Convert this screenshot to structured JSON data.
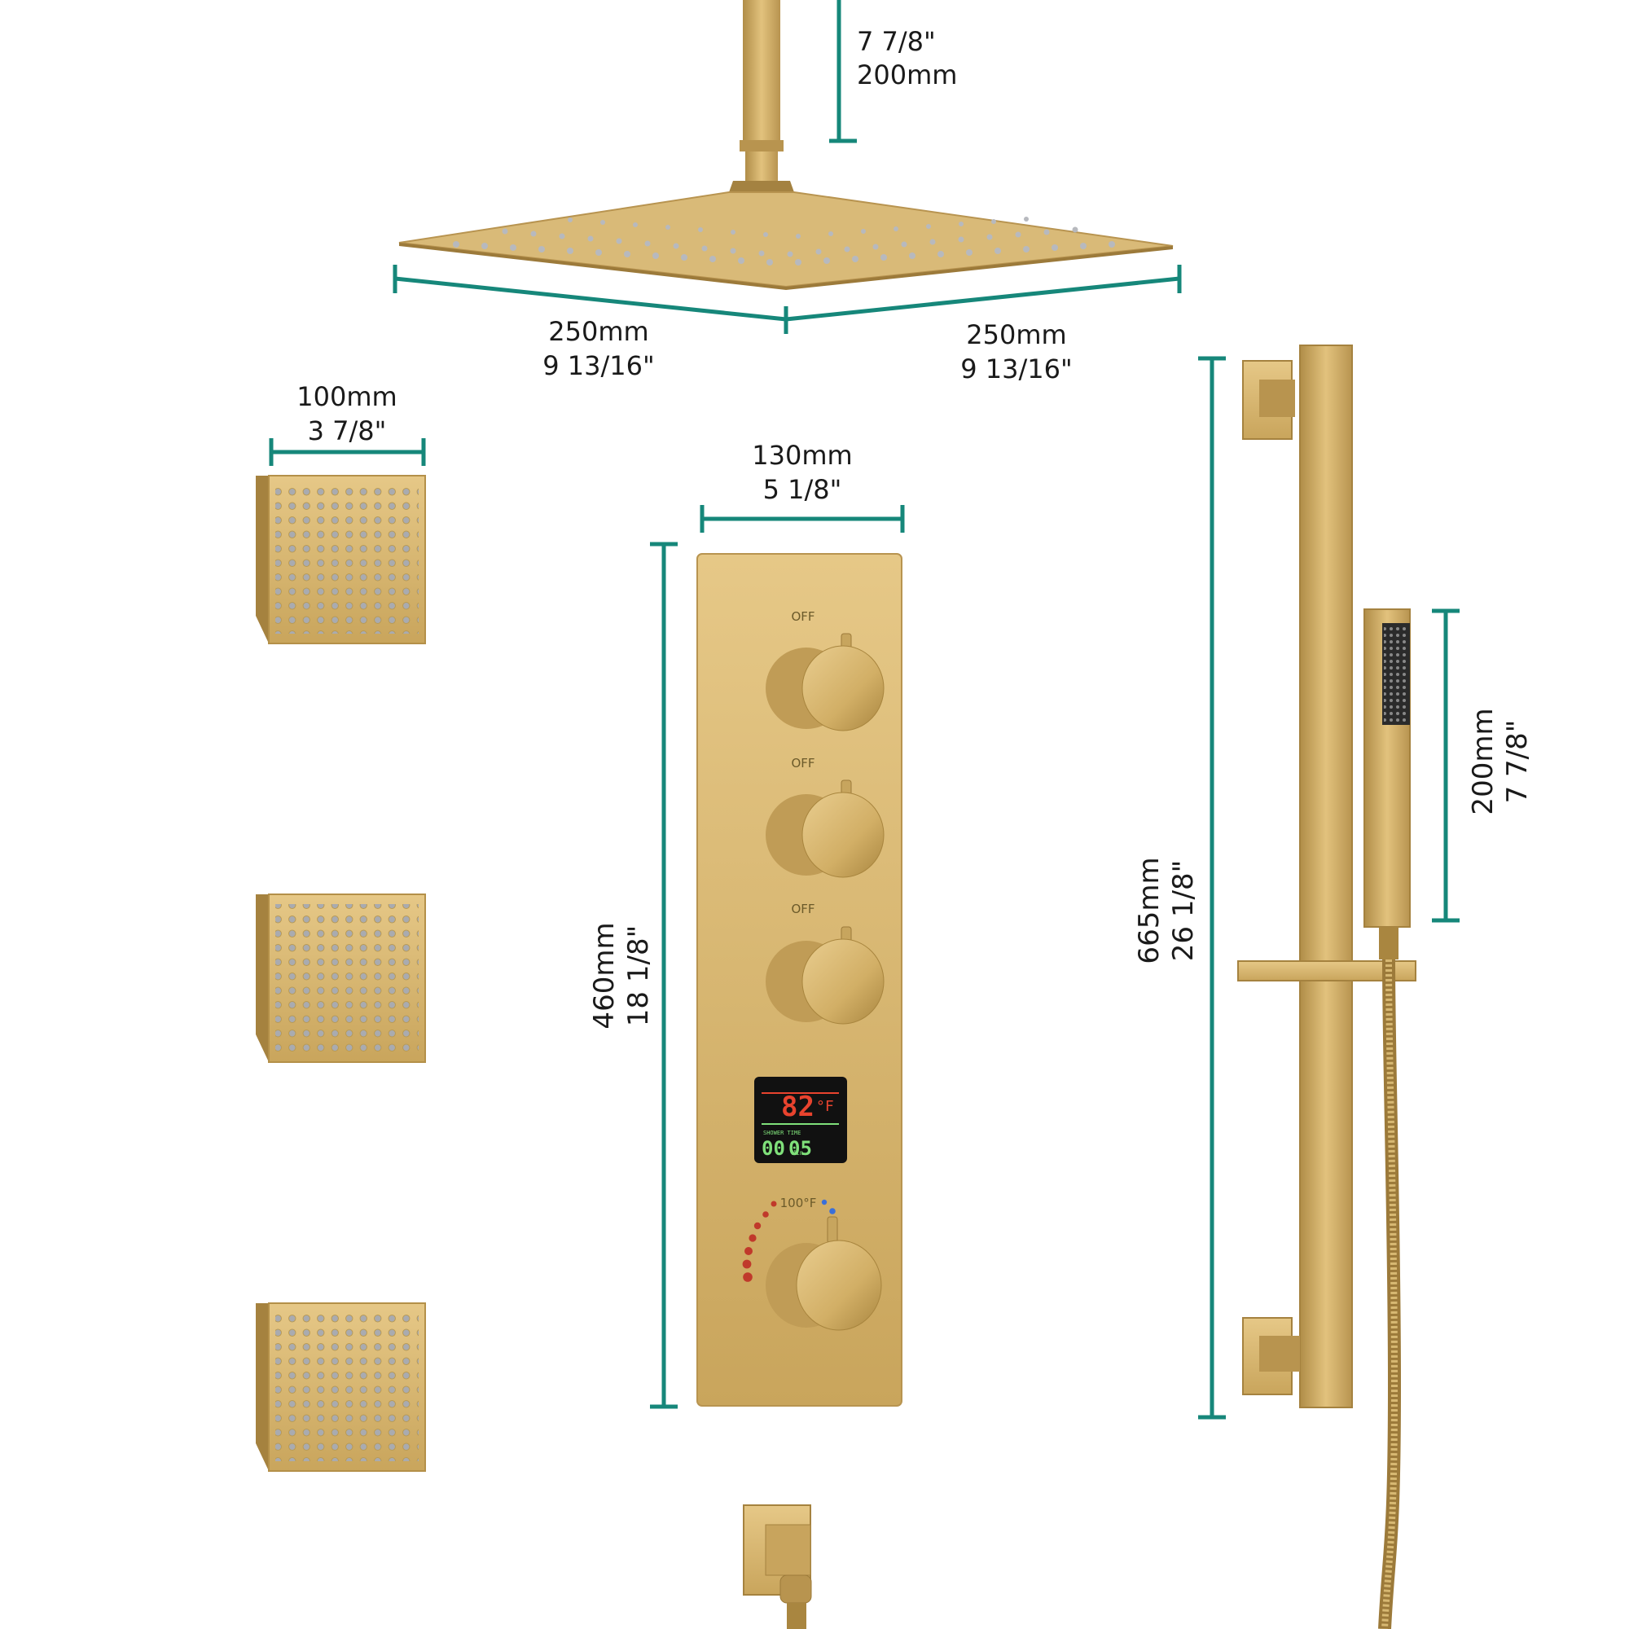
{
  "colors": {
    "dimension_line": "#16877a",
    "brass_light": "#e2c27d",
    "brass_mid": "#c9a55c",
    "brass_dark": "#9c7a3a",
    "lcd_background": "#111111",
    "lcd_temperature": "#e8432e",
    "lcd_timer": "#7fe07a"
  },
  "dimensions": {
    "arm_height": {
      "imperial": "7 7/8\"",
      "metric": "200mm"
    },
    "head_left": {
      "metric": "250mm",
      "imperial": "9 13/16\""
    },
    "head_right": {
      "metric": "250mm",
      "imperial": "9 13/16\""
    },
    "body_jet_width": {
      "metric": "100mm",
      "imperial": "3 7/8\""
    },
    "panel_width": {
      "metric": "130mm",
      "imperial": "5 1/8\""
    },
    "panel_height": {
      "metric": "460mm",
      "imperial": "18 1/8\""
    },
    "slide_bar_height": {
      "metric": "665mm",
      "imperial": "26 1/8\""
    },
    "hand_shower_length": {
      "metric": "200mm",
      "imperial": "7 7/8\""
    }
  },
  "panel": {
    "knob_labels": [
      "OFF",
      "OFF",
      "OFF"
    ],
    "thermostat_label": "100°F",
    "display": {
      "temperature_value": "82",
      "temperature_unit": "°F",
      "timer_minutes": "00",
      "timer_seconds": "05",
      "status_text": "SHOWER TIME"
    }
  },
  "icons": [
    "rain-shower-head",
    "body-jet",
    "thermostatic-panel",
    "digital-display",
    "slide-bar",
    "hand-shower",
    "hose",
    "wall-elbow"
  ]
}
